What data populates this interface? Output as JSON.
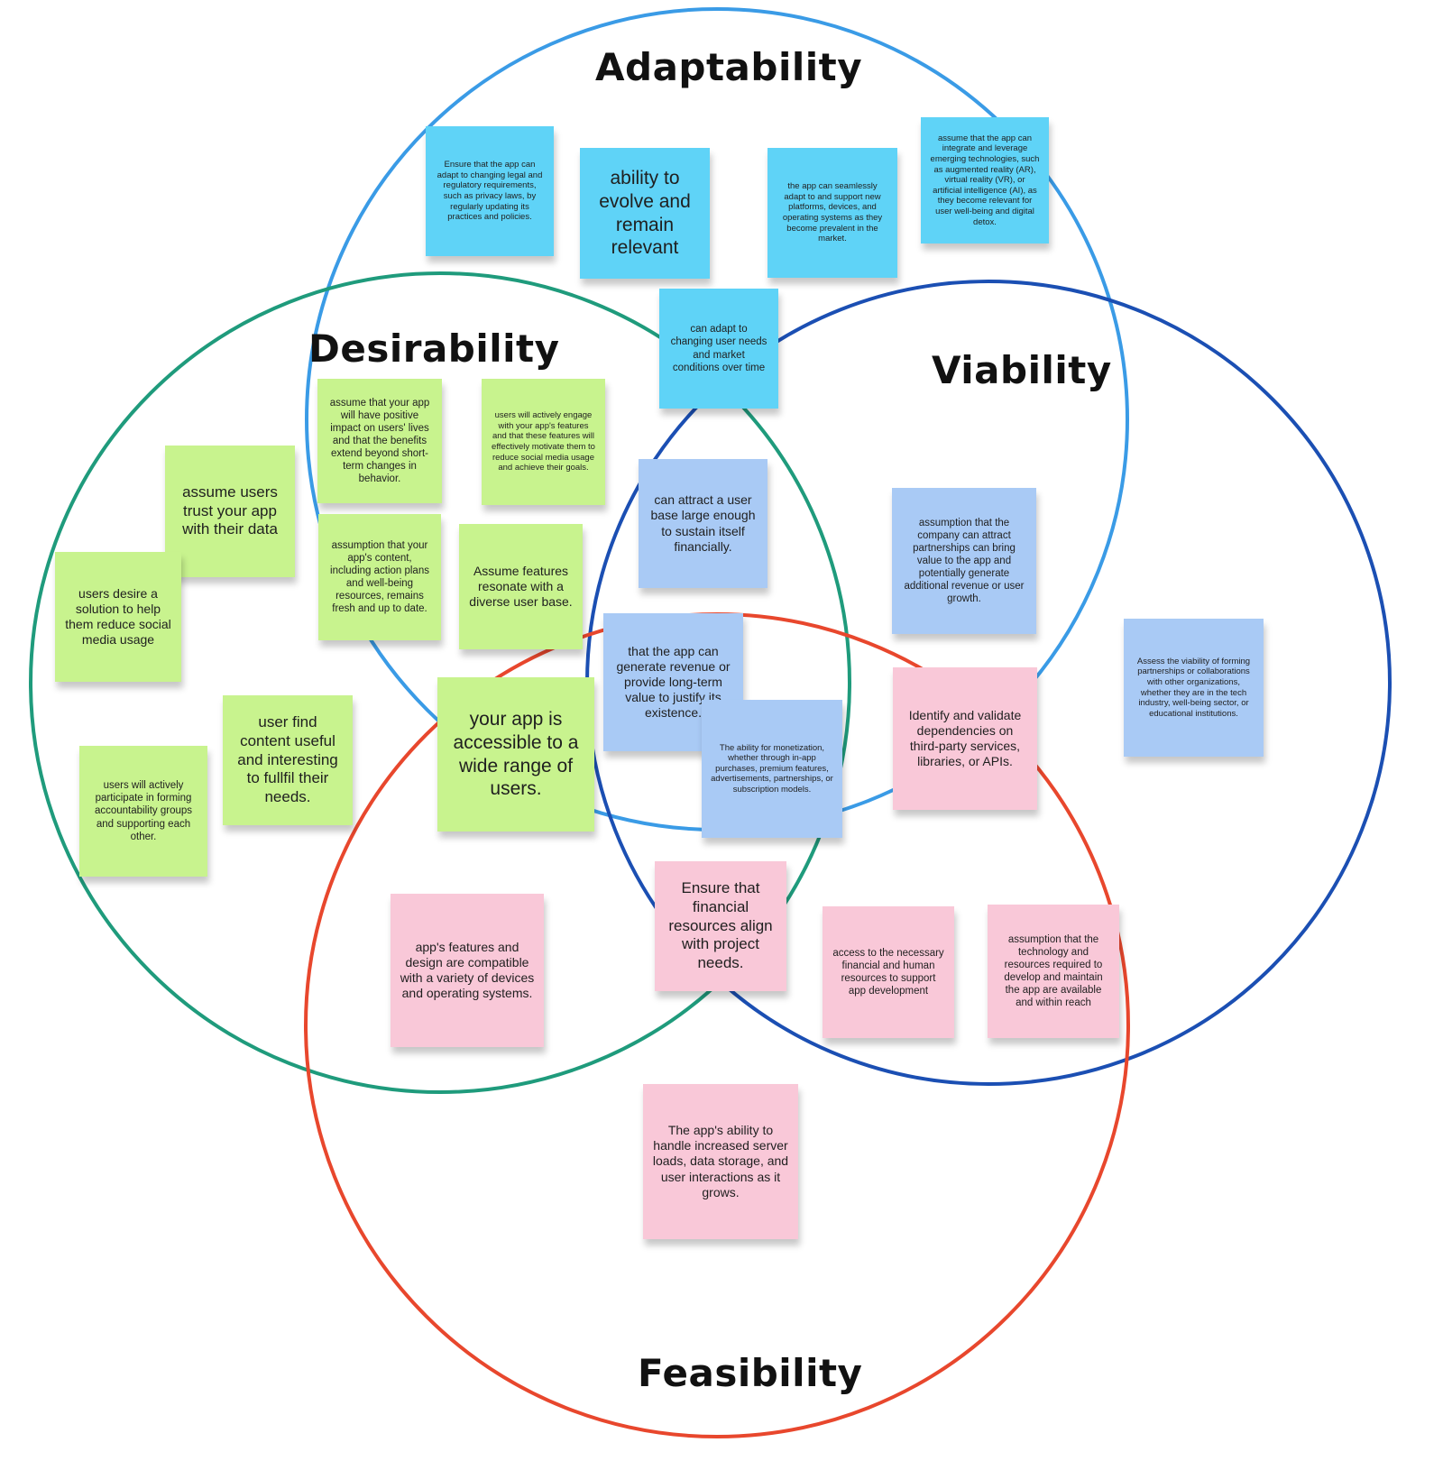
{
  "labels": {
    "adaptability": "Adaptability",
    "desirability": "Desirability",
    "viability": "Viability",
    "feasibility": "Feasibility"
  },
  "colors": {
    "adaptability": "#3a9be6",
    "desirability": "#1f9b7c",
    "viability": "#1b4fb3",
    "feasibility": "#e8472d",
    "note_cyan": "#5fd3f7",
    "note_green": "#c8f38e",
    "note_blue": "#a9caf5",
    "note_pink": "#f9c8d8"
  },
  "notes": {
    "adapt_legal": "Ensure that the app can adapt to changing legal and regulatory requirements, such as privacy laws, by regularly updating its practices and policies.",
    "adapt_evolve": "ability to evolve and remain relevant",
    "adapt_platforms": "the app can seamlessly adapt to and support new platforms, devices, and operating systems as they become prevalent in the market.",
    "adapt_emerging": "assume that the app can integrate and leverage emerging technologies, such as augmented reality (AR), virtual reality (VR), or artificial intelligence (AI), as they become relevant for user well-being and digital detox.",
    "adapt_user_needs": "can adapt to changing user needs and market conditions over time",
    "des_positive_impact": "assume that your app will have positive impact on users' lives and that the benefits extend beyond short-term changes in behavior.",
    "des_engage": "users will actively engage with your app's features and that these features will effectively motivate them to reduce social media usage and achieve their goals.",
    "des_trust": "assume users trust your app with their data",
    "des_solution": "users desire a solution to help them reduce social media usage",
    "des_content_fresh": "assumption that your app's content, including action plans and well-being resources, remains fresh and up to date.",
    "des_diverse": "Assume features resonate with a diverse user base.",
    "des_content_useful": "user find content useful and interesting to fullfil their needs.",
    "des_accountability": "users will actively participate in forming accountability groups and supporting each other.",
    "des_accessible": "your app is accessible to a wide range of users.",
    "via_user_base": "can attract a user base large enough to sustain itself financially.",
    "via_partnerships_company": "assumption that the company can attract partnerships can bring value to the app and potentially generate additional revenue or user growth.",
    "via_revenue": "that the app can generate revenue or provide long-term value to justify its existence.",
    "via_monetization": "The ability for monetization, whether through in-app purchases, premium features, advertisements, partnerships, or subscription models.",
    "via_partnerships_orgs": "Assess the viability of forming partnerships or collaborations with other organizations, whether they are in the tech industry, well-being sector, or educational institutions.",
    "fea_dependencies": "Identify and validate dependencies on third-party services, libraries, or APIs.",
    "fea_financial_align": "Ensure that financial resources align with project needs.",
    "fea_compatible": "app's features and design are compatible with a variety of devices and operating systems.",
    "fea_access_resources": "access to the necessary financial and human resources to support app development",
    "fea_technology": "assumption that the technology and resources required to develop and maintain the app are available and within reach",
    "fea_scale": "The app's ability to handle increased server loads, data storage, and user interactions as it grows."
  }
}
